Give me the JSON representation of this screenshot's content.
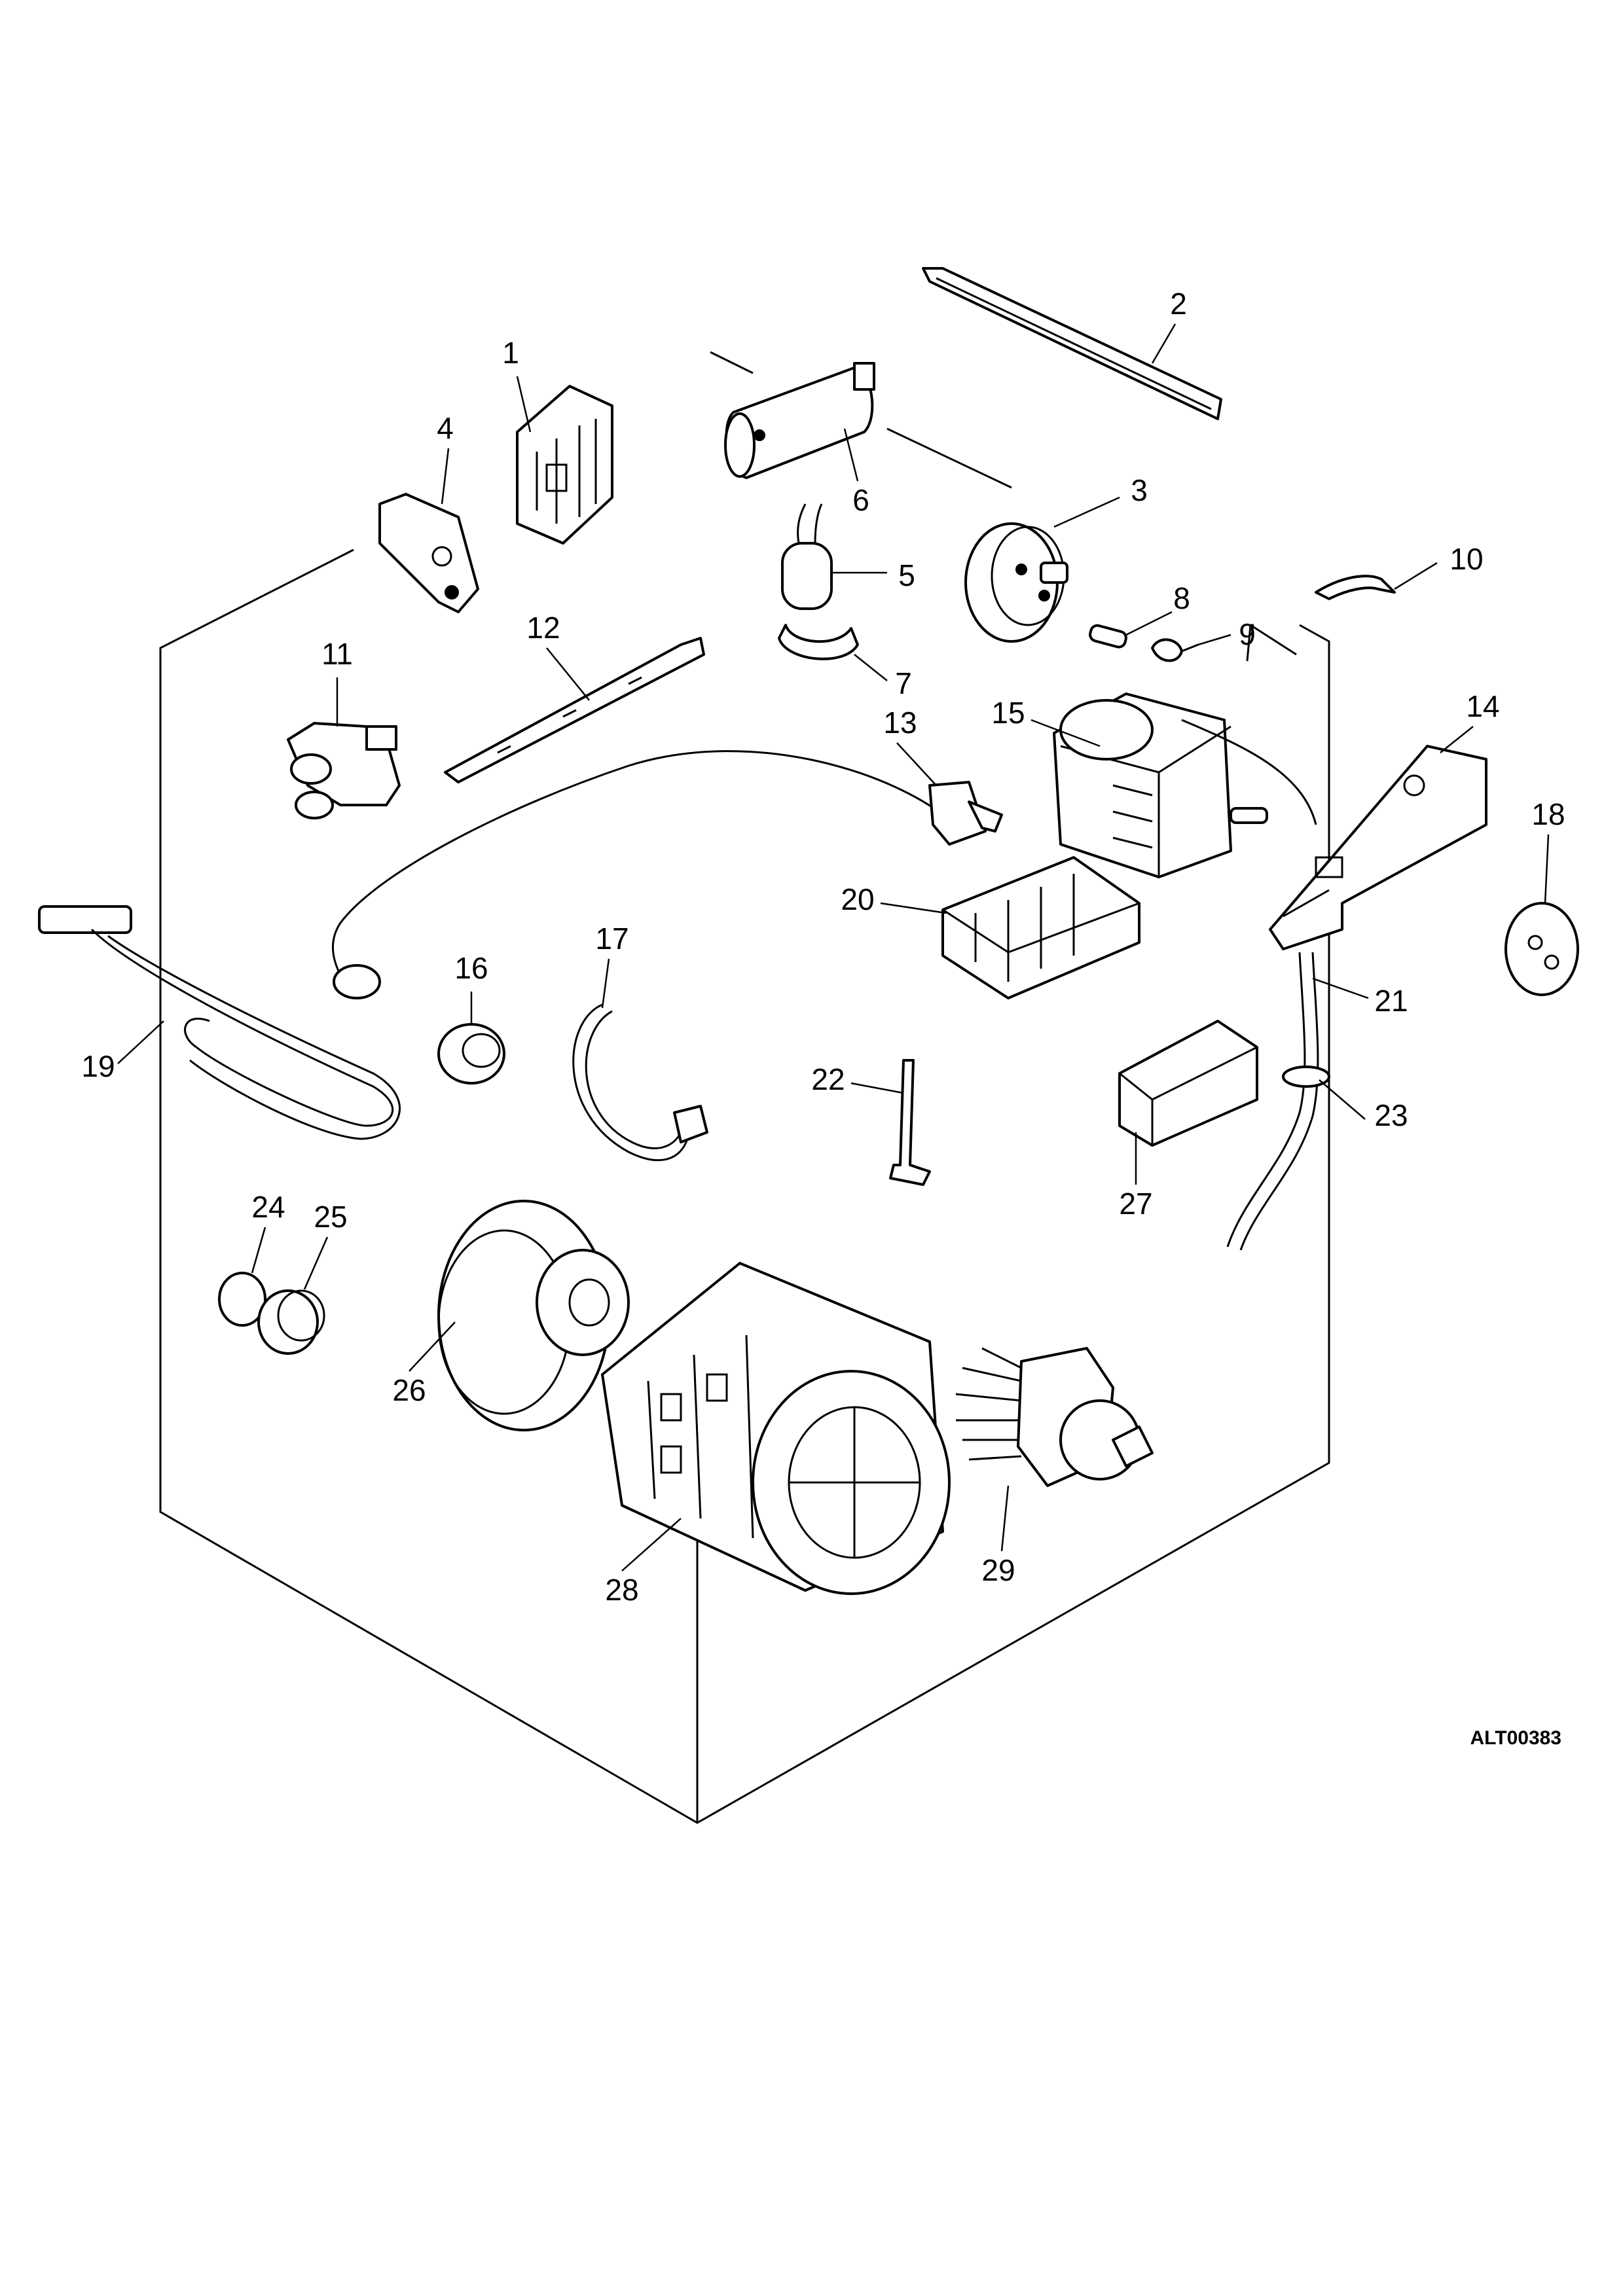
{
  "diagram": {
    "reference_code": "ALT00383",
    "callouts": [
      "1",
      "2",
      "3",
      "4",
      "5",
      "6",
      "7",
      "8",
      "9",
      "10",
      "11",
      "12",
      "13",
      "14",
      "15",
      "16",
      "17",
      "18",
      "19",
      "20",
      "21",
      "22",
      "23",
      "24",
      "25",
      "26",
      "27",
      "28",
      "29"
    ]
  }
}
